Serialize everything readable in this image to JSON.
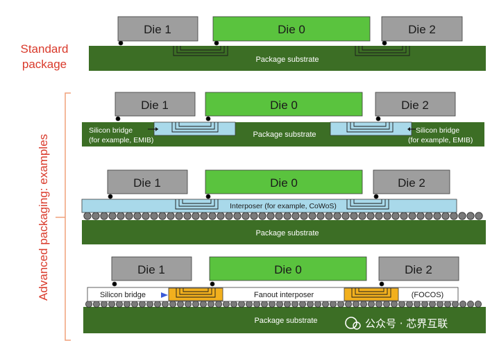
{
  "colors": {
    "die_gray": "#9e9e9e",
    "die_green": "#5ac33e",
    "substrate": "#3c6e25",
    "interposer": "#a9d9ea",
    "bridge_orange": "#f2b01e",
    "accent_red": "#d93a2b",
    "text_dark": "#1a1a1a",
    "text_white": "#ffffff"
  },
  "labels": {
    "standard": [
      "Standard",
      "package"
    ],
    "advanced": "Advanced packaging: examples"
  },
  "dies": {
    "die1": "Die 1",
    "die0": "Die 0",
    "die2": "Die 2"
  },
  "row1": {
    "substrate": "Package substrate"
  },
  "row2": {
    "substrate": "Package substrate",
    "bridge_left": [
      "Silicon bridge",
      "(for example, EMIB)"
    ],
    "bridge_right": [
      "Silicon bridge",
      "(for example, EMIB)"
    ]
  },
  "row3": {
    "interposer": "Interposer (for example, CoWoS)",
    "substrate": "Package substrate"
  },
  "row4": {
    "bridge": "Silicon bridge",
    "interposer": "Fanout interposer",
    "focos": "(FOCOS)",
    "substrate": "Package substrate"
  },
  "watermark": "公众号 · 芯界互联"
}
